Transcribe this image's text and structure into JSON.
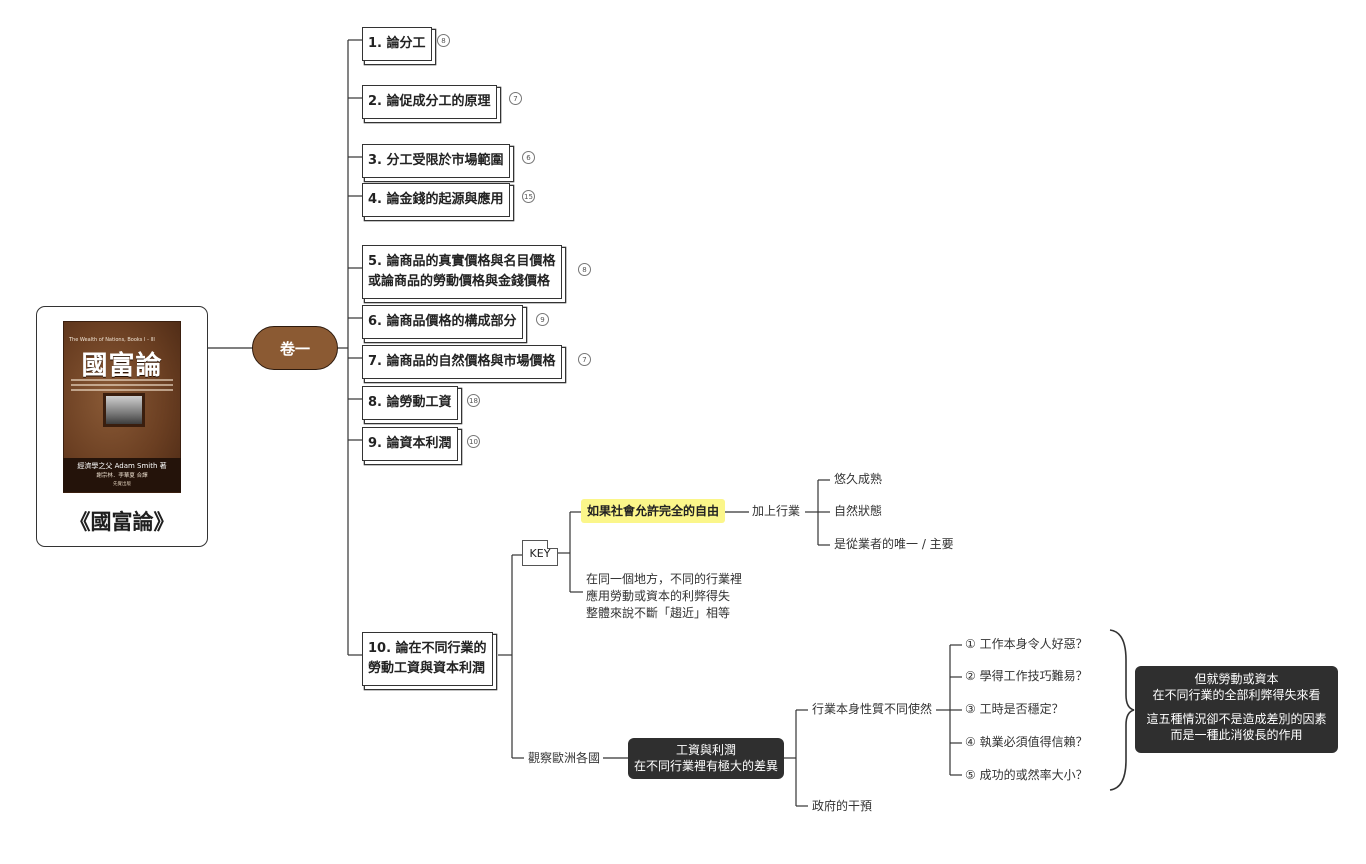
{
  "book": {
    "caption": "《國富論》",
    "cover_title": "國富論",
    "cover_subtitle_en": "The Wealth of Nations, Books I - III",
    "cover_author": "經濟學之父 Adam Smith 著",
    "cover_translator": "謝宗林．李華夏 合譯",
    "cover_publisher": "先覺出版"
  },
  "main_topic": {
    "label": "卷一"
  },
  "chapters": [
    {
      "lines": [
        "1. 論分工"
      ],
      "count": "8"
    },
    {
      "lines": [
        "2. 論促成分工的原理"
      ],
      "count": "7"
    },
    {
      "lines": [
        "3. 分工受限於市場範圍"
      ],
      "count": "6"
    },
    {
      "lines": [
        "4. 論金錢的起源與應用"
      ],
      "count": "15"
    },
    {
      "lines": [
        "5. 論商品的真實價格與名目價格",
        "或論商品的勞動價格與金錢價格"
      ],
      "count": "8"
    },
    {
      "lines": [
        "6. 論商品價格的構成部分"
      ],
      "count": "9"
    },
    {
      "lines": [
        "7. 論商品的自然價格與市場價格"
      ],
      "count": "7"
    },
    {
      "lines": [
        "8. 論勞動工資"
      ],
      "count": "18"
    },
    {
      "lines": [
        "9. 論資本利潤"
      ],
      "count": "10"
    },
    {
      "lines": [
        "10. 論在不同行業的",
        "勞動工資與資本利潤"
      ],
      "count": ""
    }
  ],
  "key_branch": {
    "key_label": "KEY",
    "highlight": "如果社會允許完全的自由",
    "add_industry": "加上行業",
    "conditions": [
      "悠久成熟",
      "自然狀態",
      "是從業者的唯一 / 主要"
    ],
    "note_lines": [
      "在同一個地方，不同的行業裡",
      "應用勞動或資本的利弊得失",
      "整體來說不斷「趨近」相等"
    ]
  },
  "europe_branch": {
    "observe": "觀察歐洲各國",
    "wage_box": [
      "工資與利潤",
      "在不同行業裡有極大的差異"
    ],
    "nature_label": "行業本身性質不同使然",
    "gov_label": "政府的干預",
    "factors": [
      "① 工作本身令人好惡？",
      "② 學得工作技巧難易？",
      "③ 工時是否穩定？",
      "④ 執業必須值得信賴？",
      "⑤ 成功的或然率大小？"
    ],
    "summary_box": [
      "但就勞動或資本",
      "在不同行業的全部利弊得失來看",
      "",
      "這五種情況卻不是造成差別的因素",
      "而是一種此消彼長的作用"
    ]
  },
  "colors": {
    "main_topic": "#8b5a33",
    "highlight": "#fbf68a",
    "dark_box": "#2f2f2f"
  }
}
